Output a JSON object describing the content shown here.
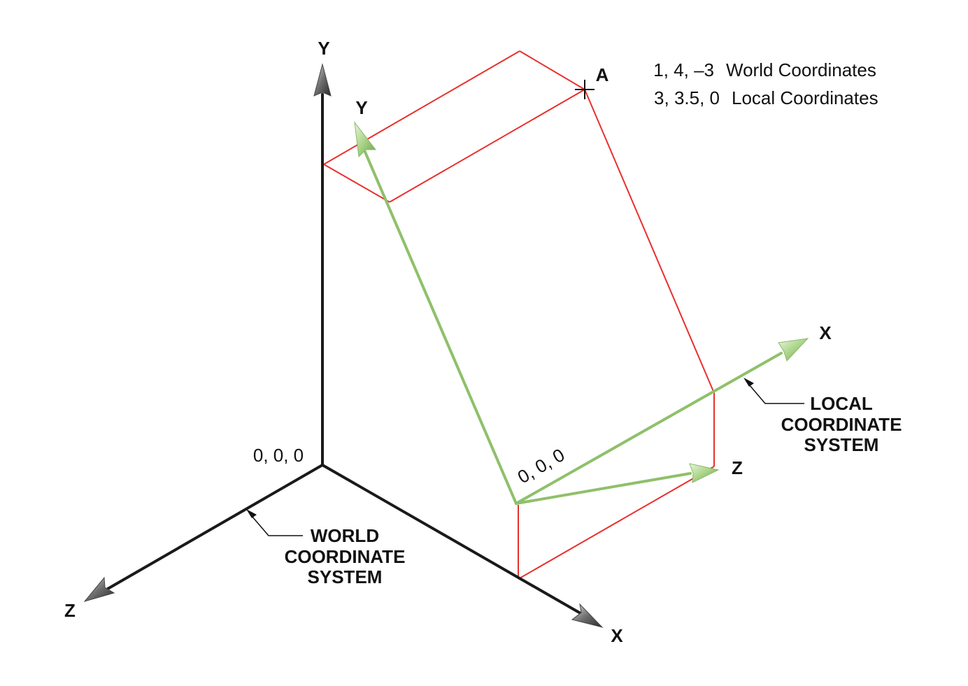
{
  "world_axes": {
    "x_label": "X",
    "y_label": "Y",
    "z_label": "Z",
    "origin_label": "0, 0, 0"
  },
  "world_callout": {
    "line1": "WORLD",
    "line2": "COORDINATE",
    "line3": "SYSTEM"
  },
  "local_axes": {
    "x_label": "X",
    "y_label": "Y",
    "z_label": "Z",
    "origin_label": "0, 0, 0"
  },
  "local_callout": {
    "line1": "LOCAL",
    "line2": "COORDINATE",
    "line3": "SYSTEM"
  },
  "point_a": {
    "label": "A",
    "world_coords": "1, 4, –3",
    "world_caption": "World Coordinates",
    "local_coords": "3, 3.5, 0",
    "local_caption": "Local Coordinates"
  },
  "colors": {
    "world_axis": "#1a1a1a",
    "local_axis": "#8fc06a",
    "box_edge": "#e8302c",
    "arrow_head": "#555555"
  }
}
